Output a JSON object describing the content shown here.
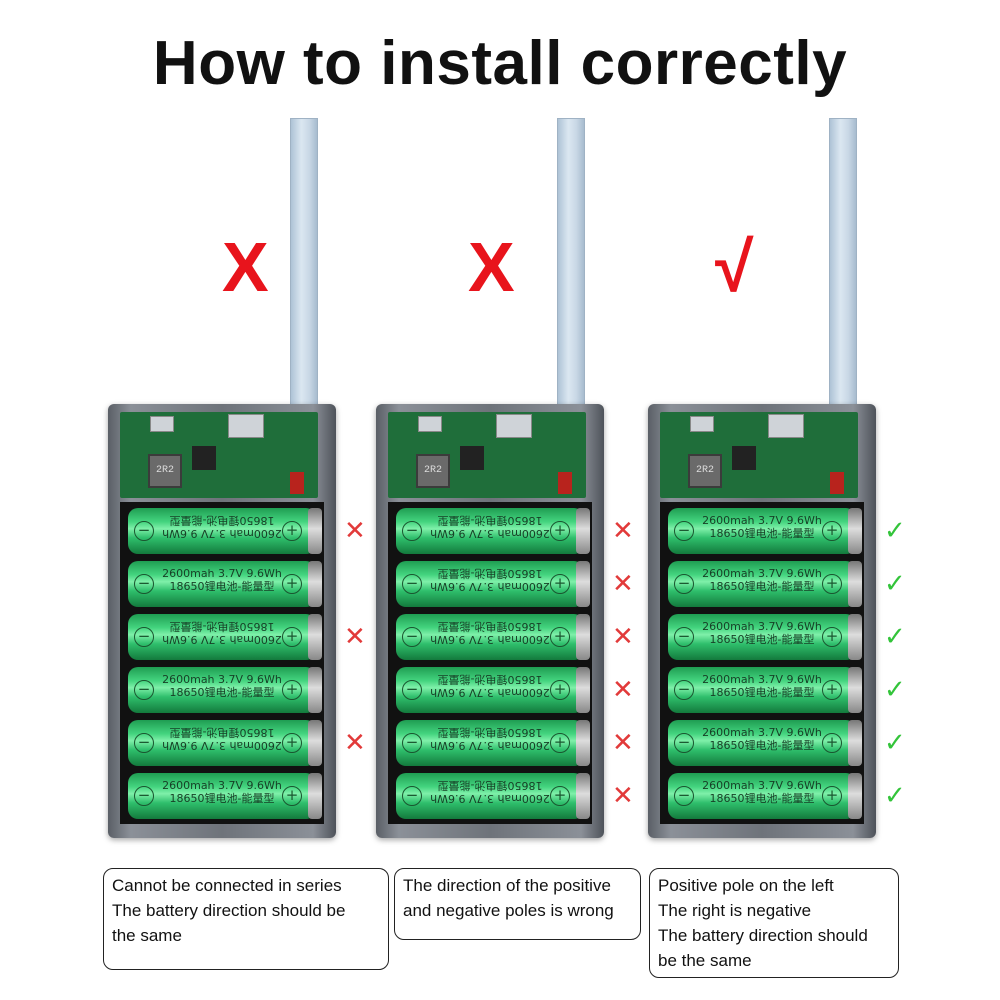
{
  "title": "How to install correctly",
  "cell_label": {
    "line1": "2600mah  3.7V  9.6Wh",
    "line2": "18650锂电池-能量型"
  },
  "coil_label": "2R2",
  "panels": [
    {
      "verdict": "X",
      "verdict_icon": "cross-icon",
      "cells": [
        "flip",
        "normal",
        "flip",
        "normal",
        "flip",
        "normal"
      ],
      "row_marks": [
        "x",
        "",
        "x",
        "",
        "x",
        ""
      ],
      "caption": [
        "Cannot be connected in series",
        "The battery direction should be",
        "the same"
      ]
    },
    {
      "verdict": "X",
      "verdict_icon": "cross-icon",
      "cells": [
        "flip",
        "flip",
        "flip",
        "flip",
        "flip",
        "flip"
      ],
      "row_marks": [
        "x",
        "x",
        "x",
        "x",
        "x",
        "x"
      ],
      "caption": [
        "The direction of the positive",
        "and negative poles is wrong"
      ]
    },
    {
      "verdict": "√",
      "verdict_icon": "check-icon",
      "cells": [
        "normal",
        "normal",
        "normal",
        "normal",
        "normal",
        "normal"
      ],
      "row_marks": [
        "ok",
        "ok",
        "ok",
        "ok",
        "ok",
        "ok"
      ],
      "caption": [
        "Positive pole on the left",
        "The right is negative",
        "The battery direction should",
        " be the same"
      ]
    }
  ],
  "colors": {
    "mark_red": "#e8141c",
    "cross_red": "#e23a3a",
    "check_green": "#33c43a",
    "cell_green": "#2fbf6c"
  }
}
